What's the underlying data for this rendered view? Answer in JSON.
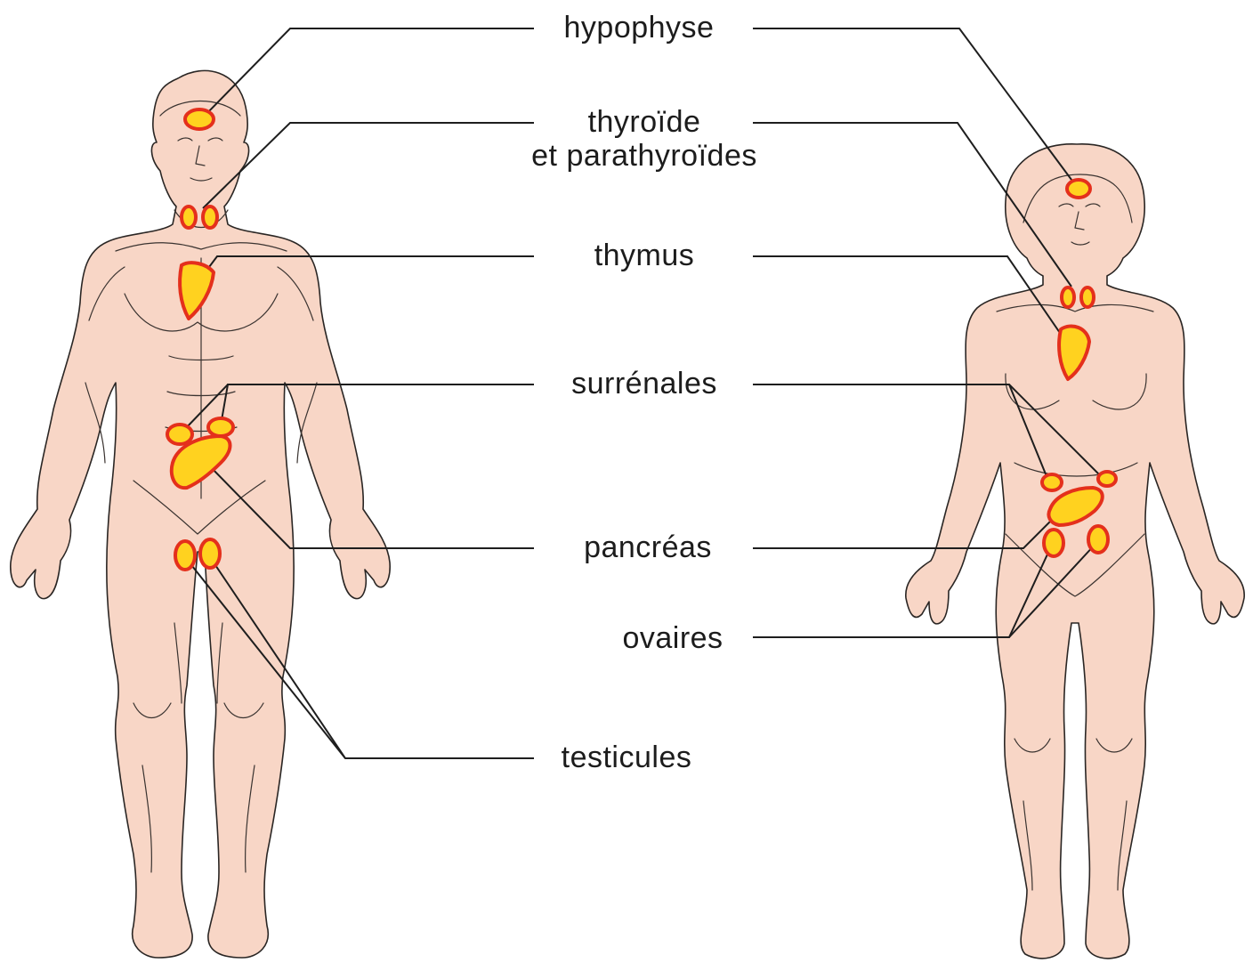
{
  "labels": {
    "hypophyse": "hypophyse",
    "thyroide_1": "thyroïde",
    "thyroide_2": "et parathyroïdes",
    "thymus": "thymus",
    "surrenales": "surrénales",
    "pancreas": "pancréas",
    "ovaires": "ovaires",
    "testicules": "testicules"
  },
  "colors": {
    "skin": "#f8d6c6",
    "gland_fill": "#ffd21f",
    "gland_border": "#e4301c",
    "leader": "#1e1e1e"
  }
}
